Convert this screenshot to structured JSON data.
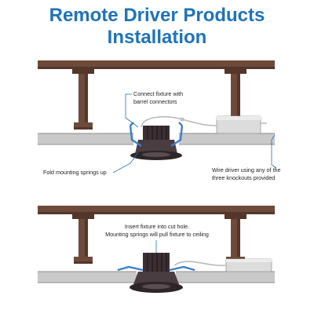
{
  "title": {
    "line1": "Remote Driver Products",
    "line2": "Installation"
  },
  "panel_top": {
    "callout_connect": {
      "line1": "Connect fixture with",
      "line2": "barrel connectors"
    },
    "callout_springs": "Fold mounting springs up",
    "callout_driver": {
      "line1": "Wire driver using any of the",
      "line2": "three knockouts provided"
    }
  },
  "panel_bottom": {
    "callout_insert": {
      "line1": "Insert fixture into cut hole.",
      "line2": "Mounting springs will pull fixture to ceiling"
    }
  },
  "colors": {
    "title_blue": "#1f73b7",
    "wood": "#6e4a3a",
    "wood_dark": "#54362a",
    "drywall": "#c9c9c9",
    "spring_blue": "#3a7fc8",
    "fixture_dark": "#3b2f33",
    "driver_box": "#dcdcdc",
    "callout_line": "#1f73b7"
  },
  "icons": [
    "joist",
    "ceiling-drywall",
    "led-fixture",
    "mounting-spring",
    "driver-box",
    "barrel-connector-wire"
  ]
}
